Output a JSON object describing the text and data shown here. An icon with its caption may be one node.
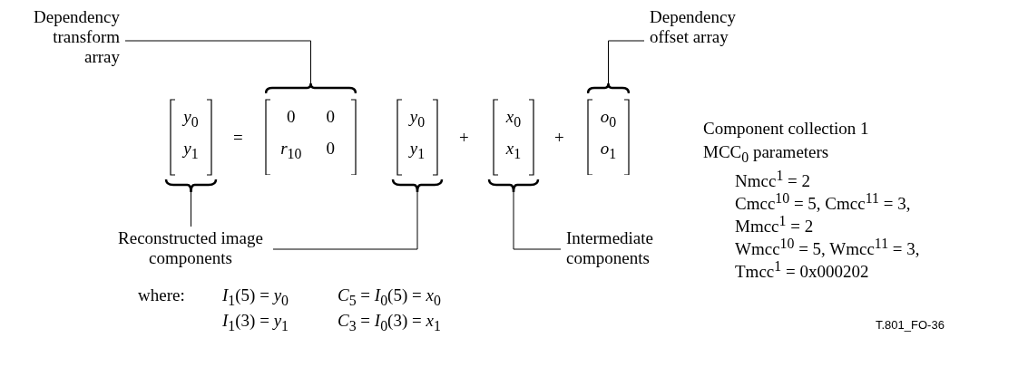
{
  "diagram": {
    "nodes": [
      {
        "text": [
          "Dependency transform array"
        ]
      },
      {
        "text": [
          "Dependency offset array"
        ]
      },
      {
        "text": [
          "*y*$_{0}$",
          "*y*$_{1}$"
        ]
      },
      {
        "text": [
          "0",
          "0",
          "*r*$_{10}$",
          "0"
        ]
      },
      {
        "text": [
          "*y*$_{0}$",
          "*y*$_{1}$"
        ]
      },
      {
        "text": [
          "*x*$_{0}$",
          "*x*$_{1}$"
        ]
      },
      {
        "text": [
          "*o*$_{0}$",
          "*o*$_{1}$"
        ]
      },
      {
        "text": [
          "Reconstructed image components"
        ]
      },
      {
        "text": [
          "Intermediate components"
        ]
      }
    ],
    "edges": [
      {
        "from": 0,
        "to": 3,
        "arrow": "none"
      },
      {
        "from": 1,
        "to": 6,
        "arrow": "none"
      },
      {
        "from": 7,
        "to": 2,
        "arrow": "none"
      },
      {
        "from": 7,
        "to": 4,
        "arrow": "none"
      },
      {
        "from": 8,
        "to": 5,
        "arrow": "none"
      }
    ],
    "labels": [
      "=",
      "+",
      "+",
      "Component collection 1",
      "MCC$_{0}$ parameters",
      "Nmcc$^{1}$ = 2",
      "Cmcc$^{10}$ = 5, Cmcc$^{11}$ = 3,",
      "Mmcc$^{1}$ = 2",
      "Wmcc$^{10}$ = 5, Wmcc$^{11}$ = 3,",
      "Tmcc$^{1}$ = 0x000202",
      "where:",
      "*I*$_{1}$(5) = *y*$_{0}$",
      "*C*$_{5}$ = *I*$_{0}$(5) = *x*$_{0}$",
      "*I*$_{1}$(3) = *y*$_{1}$",
      "*C*$_{3}$ = *I*$_{0}$(3) = *x*$_{1}$",
      "T.801_FO-36"
    ]
  }
}
